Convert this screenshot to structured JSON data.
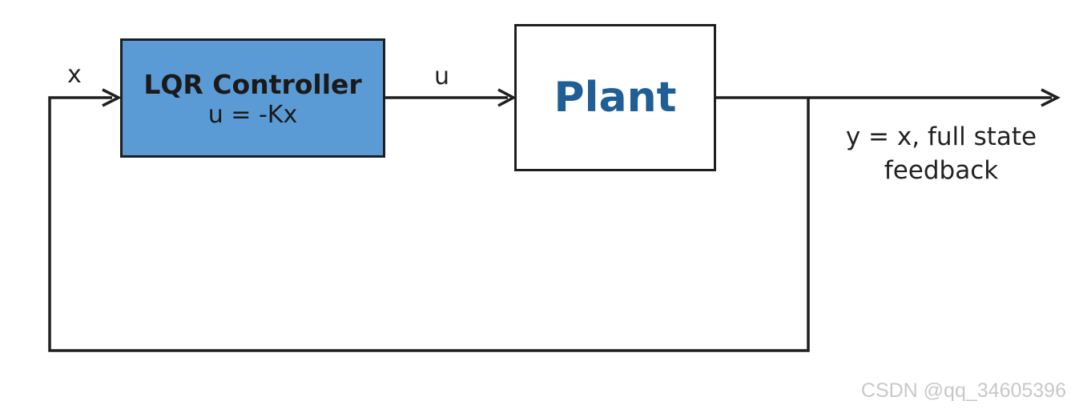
{
  "diagram": {
    "input_label": "x",
    "control_label": "u",
    "controller": {
      "title": "LQR Controller",
      "law": "u = -Kx",
      "fill_color": "#5b9bd5"
    },
    "plant": {
      "title": "Plant",
      "title_color": "#1f5f96"
    },
    "output": {
      "line1": "y = x, full state",
      "line2": "feedback"
    }
  },
  "watermark": "CSDN @qq_34605396"
}
